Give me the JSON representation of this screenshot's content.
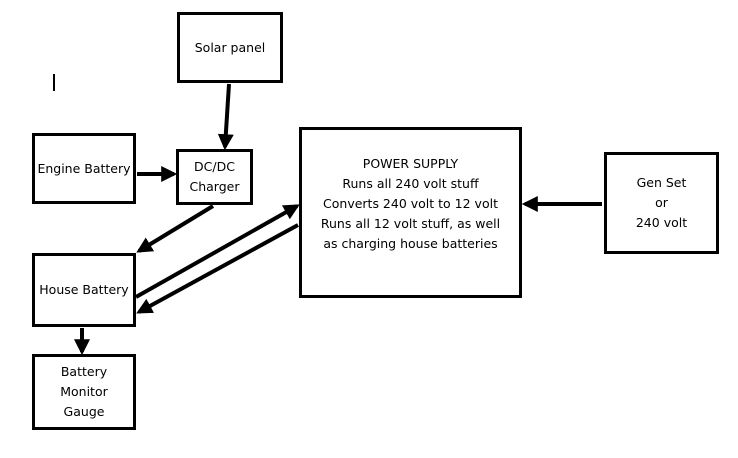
{
  "nodes": {
    "solar_panel": [
      "Solar panel"
    ],
    "engine_battery": [
      "Engine Battery"
    ],
    "dcdc_charger": [
      "DC/DC",
      "Charger"
    ],
    "house_battery": [
      "House Battery"
    ],
    "battery_monitor": [
      "Battery",
      "Monitor",
      "Gauge"
    ],
    "power_supply": [
      "POWER SUPPLY",
      "Runs all 240 volt stuff",
      "Converts 240 volt to 12 volt",
      "Runs all 12 volt stuff, as well",
      "as charging house batteries"
    ],
    "genset": [
      "Gen Set",
      "or",
      "240 volt"
    ]
  },
  "edges": [
    {
      "from": "solar_panel",
      "to": "dcdc_charger"
    },
    {
      "from": "engine_battery",
      "to": "dcdc_charger"
    },
    {
      "from": "dcdc_charger",
      "to": "house_battery"
    },
    {
      "from": "house_battery",
      "to": "battery_monitor"
    },
    {
      "from": "house_battery",
      "to": "power_supply"
    },
    {
      "from": "power_supply",
      "to": "house_battery"
    },
    {
      "from": "genset",
      "to": "power_supply"
    }
  ]
}
